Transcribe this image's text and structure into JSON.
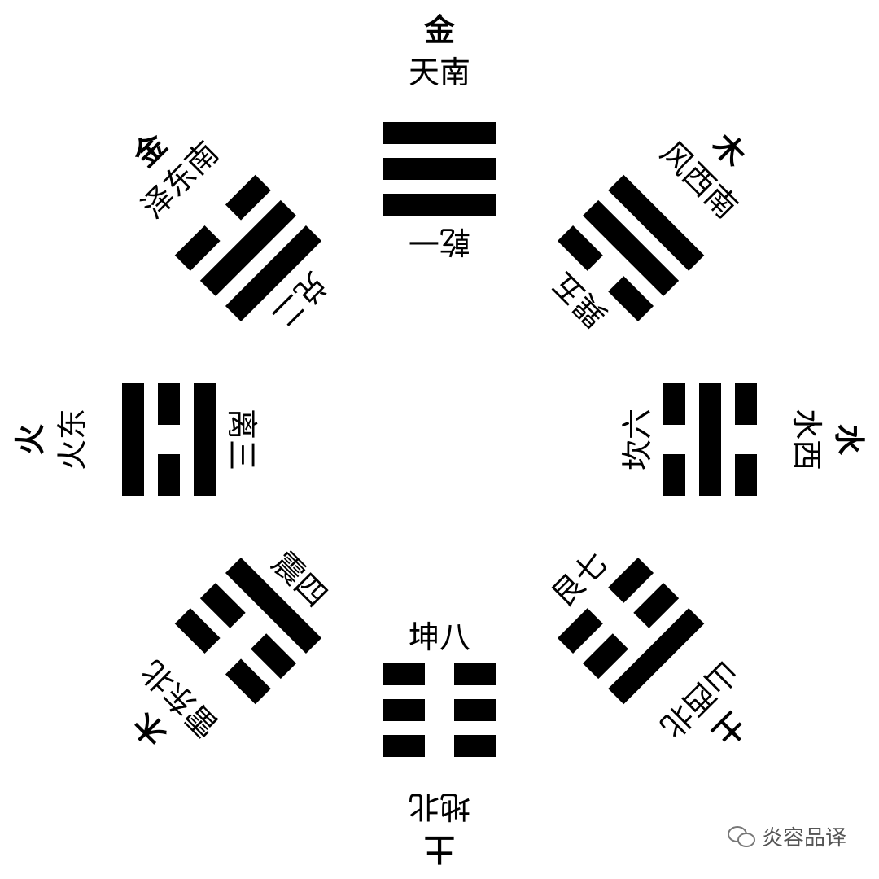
{
  "trigrams": [
    {
      "id": "qian",
      "element": "金",
      "direction": "天南",
      "name": "乾一",
      "lines": [
        1,
        1,
        1
      ],
      "angle": 0
    },
    {
      "id": "xun",
      "element": "木",
      "direction": "风西南",
      "name": "巽五",
      "lines": [
        1,
        1,
        0
      ],
      "angle": 45
    },
    {
      "id": "kan",
      "element": "水",
      "direction": "水西",
      "name": "坎六",
      "lines": [
        0,
        1,
        0
      ],
      "angle": 90
    },
    {
      "id": "gen",
      "element": "土",
      "direction": "山西北",
      "name": "艮七",
      "lines": [
        1,
        0,
        0
      ],
      "angle": 135
    },
    {
      "id": "kun",
      "element": "土",
      "direction": "地北",
      "name": "坤八",
      "lines": [
        0,
        0,
        0
      ],
      "angle": 180
    },
    {
      "id": "zhen",
      "element": "木",
      "direction": "雷东北",
      "name": "震四",
      "lines": [
        0,
        0,
        1
      ],
      "angle": 225
    },
    {
      "id": "li",
      "element": "火",
      "direction": "火东",
      "name": "离三",
      "lines": [
        1,
        0,
        1
      ],
      "angle": 270
    },
    {
      "id": "dui",
      "element": "金",
      "direction": "泽东南",
      "name": "兑二",
      "lines": [
        0,
        1,
        1
      ],
      "angle": 315
    }
  ],
  "watermark": {
    "text": "炎容品译",
    "icon": "wechat-icon"
  }
}
